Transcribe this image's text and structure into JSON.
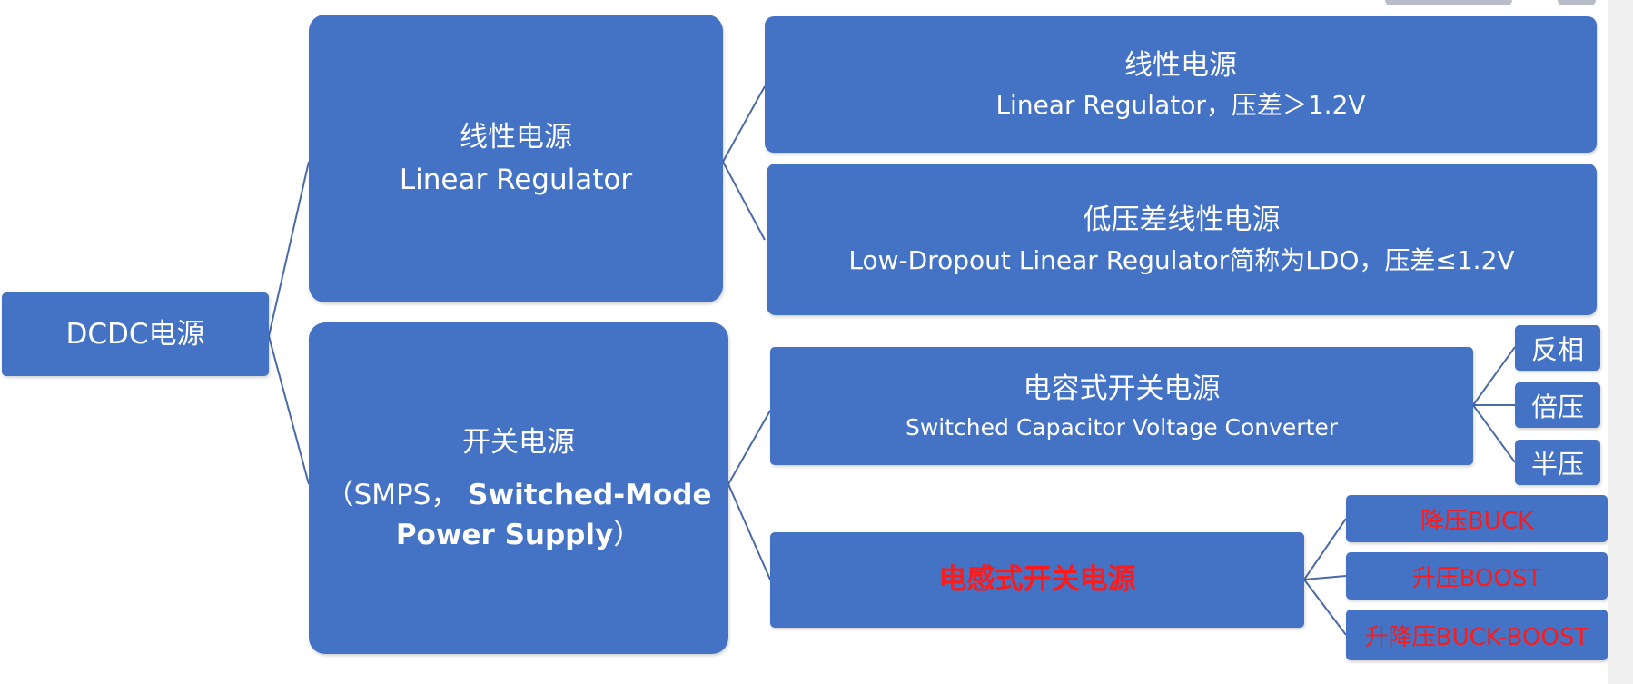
{
  "root": {
    "label": "DCDC电源"
  },
  "linear": {
    "title": "线性电源",
    "subtitle": "Linear Regulator"
  },
  "linear_children": [
    {
      "title": "线性电源",
      "subtitle": "Linear Regulator，压差＞1.2V"
    },
    {
      "title": "低压差线性电源",
      "subtitle": "Low-Dropout Linear Regulator简称为LDO，压差≤1.2V"
    }
  ],
  "switching": {
    "title": "开关电源",
    "subtitle_prefix": "（SMPS，",
    "subtitle_bold_1": "Switched-Mode",
    "subtitle_bold_2": "Power Supply",
    "subtitle_suffix": "）"
  },
  "capacitive": {
    "title": "电容式开关电源",
    "subtitle": "Switched Capacitor Voltage Converter",
    "leaves": [
      "反相",
      "倍压",
      "半压"
    ]
  },
  "inductive": {
    "title": "电感式开关电源",
    "leaves": [
      "降压BUCK",
      "升压BOOST",
      "升降压BUCK-BOOST"
    ]
  },
  "colors": {
    "box": "#4472c4",
    "highlight": "#ff1a1a",
    "connector": "#4a6aa8"
  }
}
